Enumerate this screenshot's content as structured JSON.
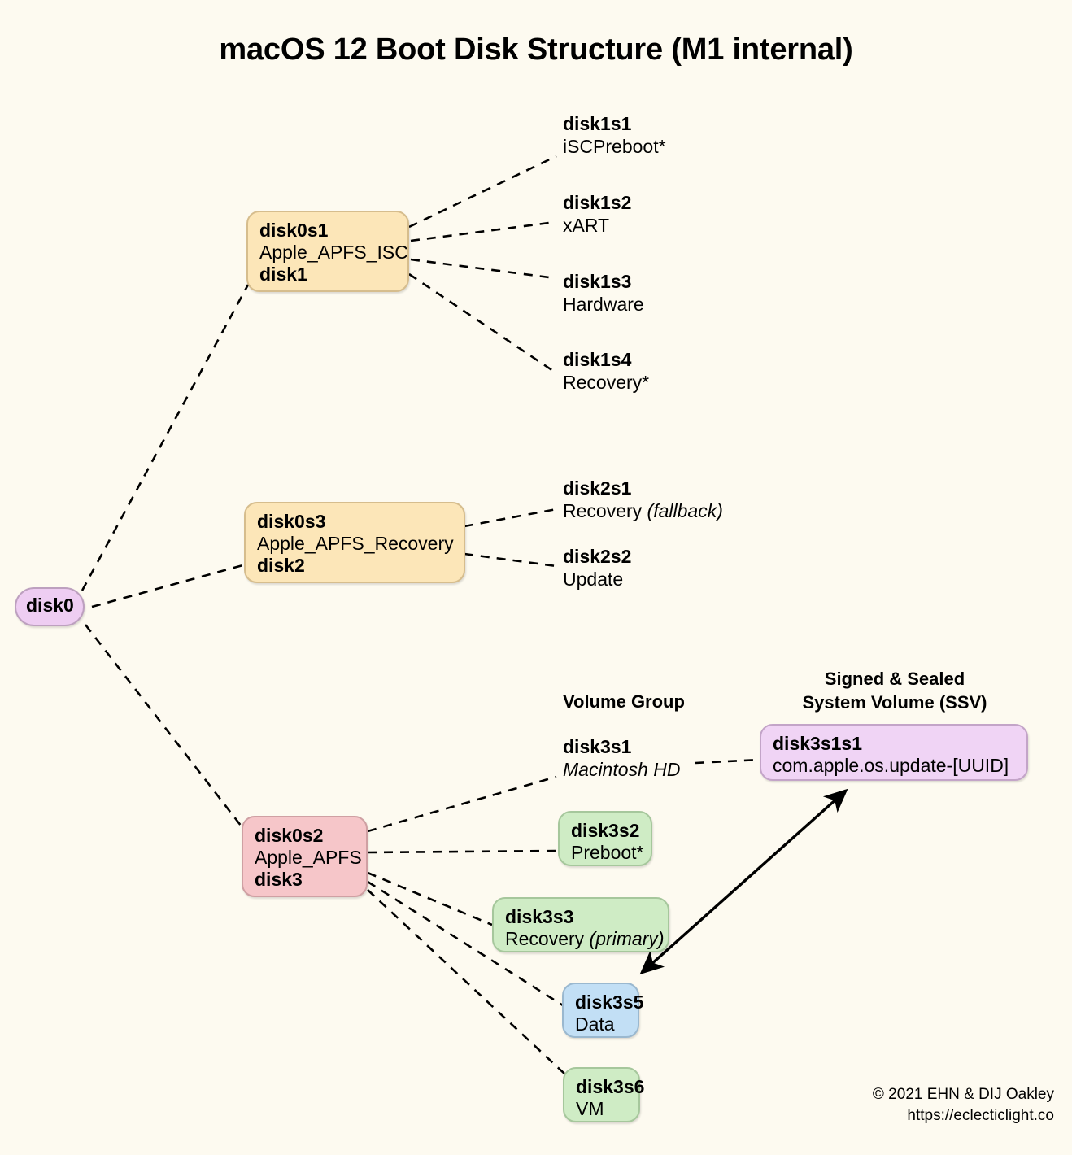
{
  "title": "macOS 12 Boot Disk Structure (M1 internal)",
  "background_color": "#fdfaf0",
  "colors": {
    "root_purple": "#eecdf2",
    "container_tan": "#fce6b8",
    "apfs_pink": "#f6c6c9",
    "volume_green": "#cfecc5",
    "data_blue": "#c2dff5",
    "ssv_lavender": "#f0d4f5",
    "connector": "#000000"
  },
  "nodes": {
    "disk0": {
      "line1": "disk0"
    },
    "disk0s1": {
      "line1": "disk0s1",
      "line2": "Apple_APFS_ISC",
      "line3": "disk1"
    },
    "disk0s3": {
      "line1": "disk0s3",
      "line2": "Apple_APFS_Recovery",
      "line3": "disk2"
    },
    "disk0s2": {
      "line1": "disk0s2",
      "line2": "Apple_APFS",
      "line3": "disk3"
    },
    "disk3s2": {
      "line1": "disk3s2",
      "line2": "Preboot*"
    },
    "disk3s3": {
      "line1": "disk3s3",
      "line2": "Recovery ",
      "line2_italic": "(primary)"
    },
    "disk3s5": {
      "line1": "disk3s5",
      "line2": "Data"
    },
    "disk3s6": {
      "line1": "disk3s6",
      "line2": "VM"
    },
    "disk3s1s1": {
      "line1": "disk3s1s1",
      "line2": "com.apple.os.update-[UUID]"
    }
  },
  "labels": {
    "disk1s1": {
      "line1": "disk1s1",
      "line2": "iSCPreboot*"
    },
    "disk1s2": {
      "line1": "disk1s2",
      "line2": "xART"
    },
    "disk1s3": {
      "line1": "disk1s3",
      "line2": "Hardware"
    },
    "disk1s4": {
      "line1": "disk1s4",
      "line2": "Recovery*"
    },
    "disk2s1": {
      "line1": "disk2s1",
      "line2": "Recovery ",
      "line2_italic": "(fallback)"
    },
    "disk2s2": {
      "line1": "disk2s2",
      "line2": "Update"
    },
    "disk3s1": {
      "line1": "disk3s1",
      "line2_italic": "Macintosh HD"
    }
  },
  "headers": {
    "volume_group": "Volume Group",
    "ssv_line1": "Signed & Sealed",
    "ssv_line2": "System Volume (SSV)"
  },
  "credit": {
    "line1": "© 2021 EHN & DIJ Oakley",
    "line2": "https://eclecticlight.co"
  }
}
